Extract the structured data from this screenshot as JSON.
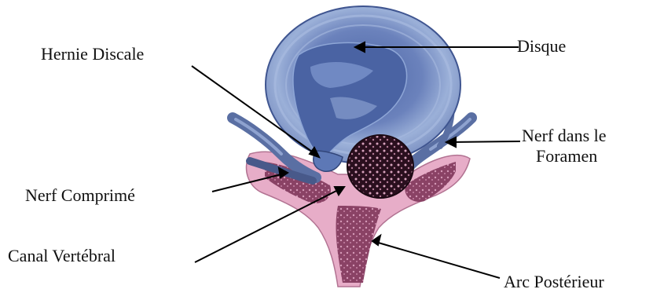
{
  "labels": {
    "hernie_discale": "Hernie Discale",
    "disque": "Disque",
    "nerf_foramen_line1": "Nerf dans le",
    "nerf_foramen_line2": "Foramen",
    "nerf_comprime": "Nerf Comprimé",
    "canal_vertebral": "Canal Vertébral",
    "arc_posterieur": "Arc Postérieur"
  },
  "colors": {
    "disc_outer": "#8fa3cc",
    "disc_inner": "#5f76b0",
    "bone_pink": "#e4a9c4",
    "bone_dark": "#7a3c5a",
    "canal": "#2a0f1e",
    "nerve": "#5a6fa3",
    "arrow": "#000000"
  }
}
